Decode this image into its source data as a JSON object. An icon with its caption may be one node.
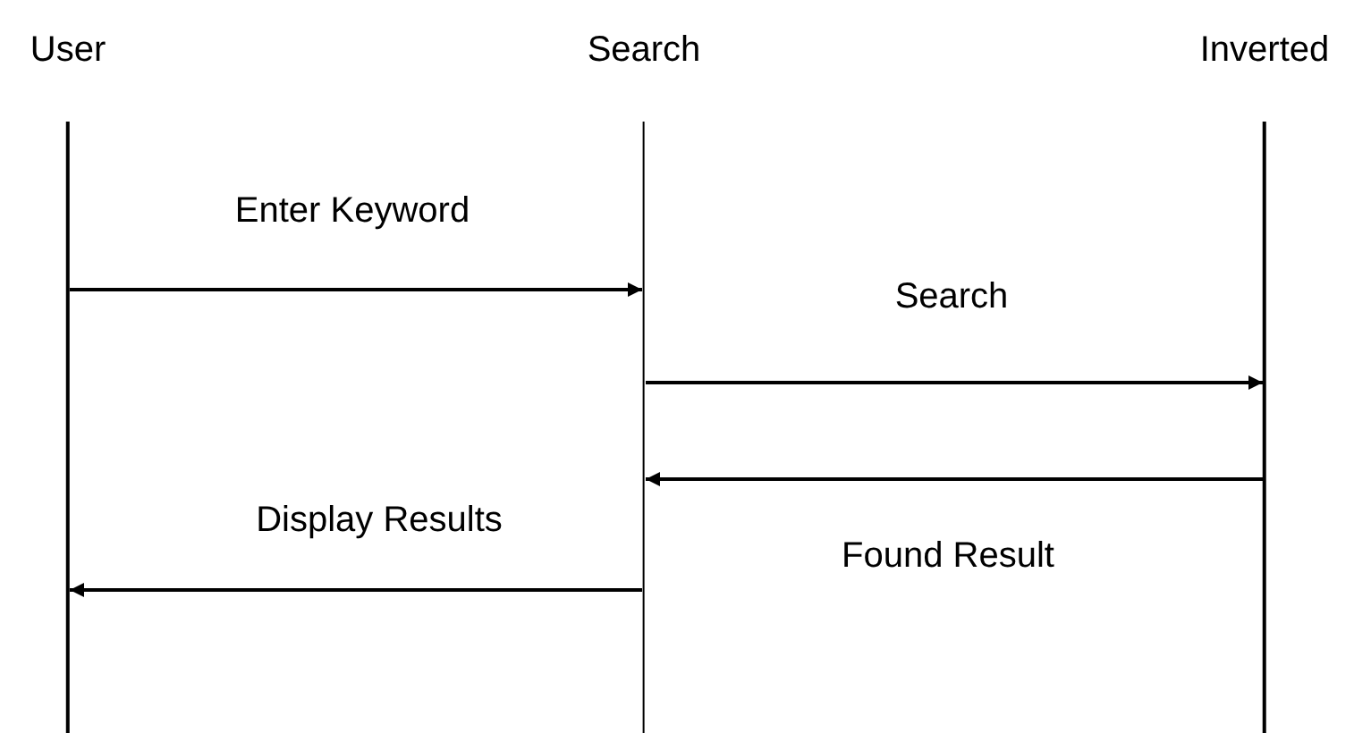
{
  "diagram": {
    "nodes": [
      {
        "text": [
          "User"
        ]
      },
      {
        "text": [
          "Search"
        ]
      },
      {
        "text": [
          "Inverted"
        ]
      }
    ],
    "edges": [
      {
        "from": 0,
        "to": 1,
        "arrow": "to",
        "label": "Enter Keyword"
      },
      {
        "from": 1,
        "to": 2,
        "arrow": "to",
        "label": "Search"
      },
      {
        "from": 2,
        "to": 1,
        "arrow": "to",
        "label": "Found Result"
      },
      {
        "from": 1,
        "to": 0,
        "arrow": "to",
        "label": "Display Results"
      }
    ]
  }
}
